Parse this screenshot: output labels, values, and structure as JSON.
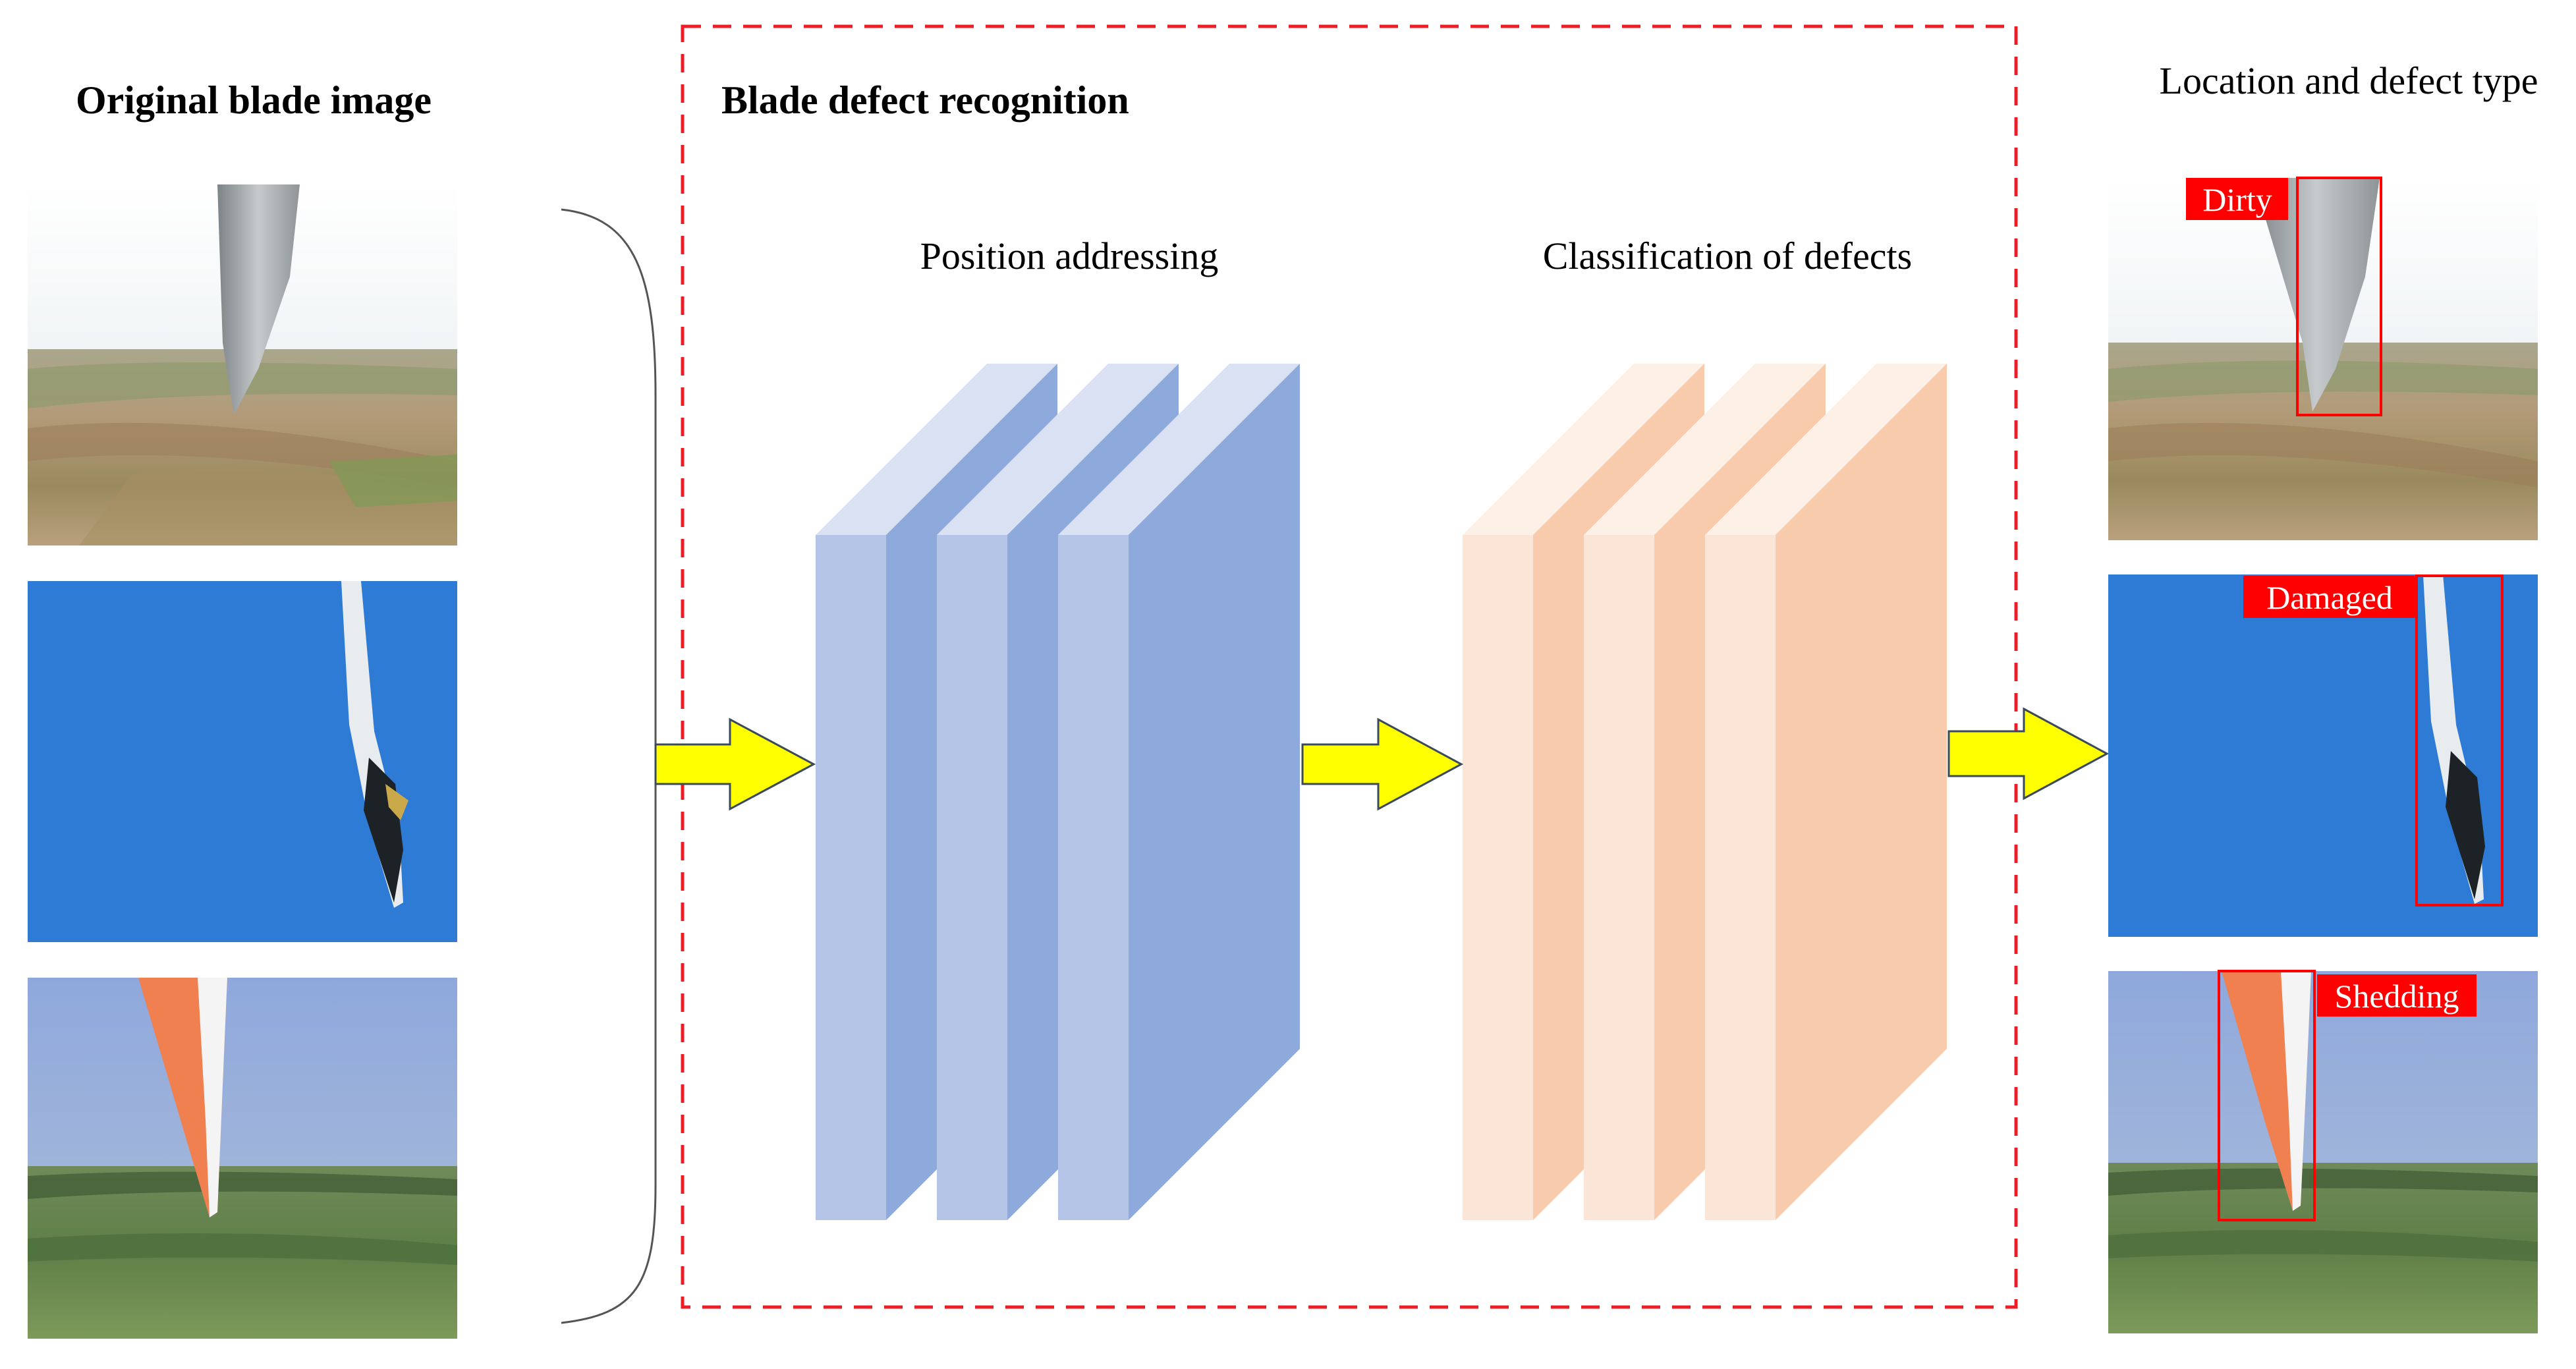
{
  "input_section": {
    "title": "Original blade image"
  },
  "recognition_section": {
    "title": "Blade defect recognition",
    "stage_position": "Position addressing",
    "stage_classification": "Classification of defects"
  },
  "output_section": {
    "title": "Location and defect type",
    "labels": [
      "Dirty",
      "Damaged",
      "Shedding"
    ]
  },
  "colors": {
    "frame_dashed": "#ee1c24",
    "arrow_fill": "#ffff00",
    "blue_front": "#b4c5e7",
    "blue_side": "#8ea9db",
    "blue_top": "#d9e1f2",
    "peach_front": "#fbe5d6",
    "peach_side": "#f8cbad",
    "peach_top": "#fdf0e7",
    "sky_blue": "#2e7bd6",
    "label_bg": "#ff0000"
  }
}
